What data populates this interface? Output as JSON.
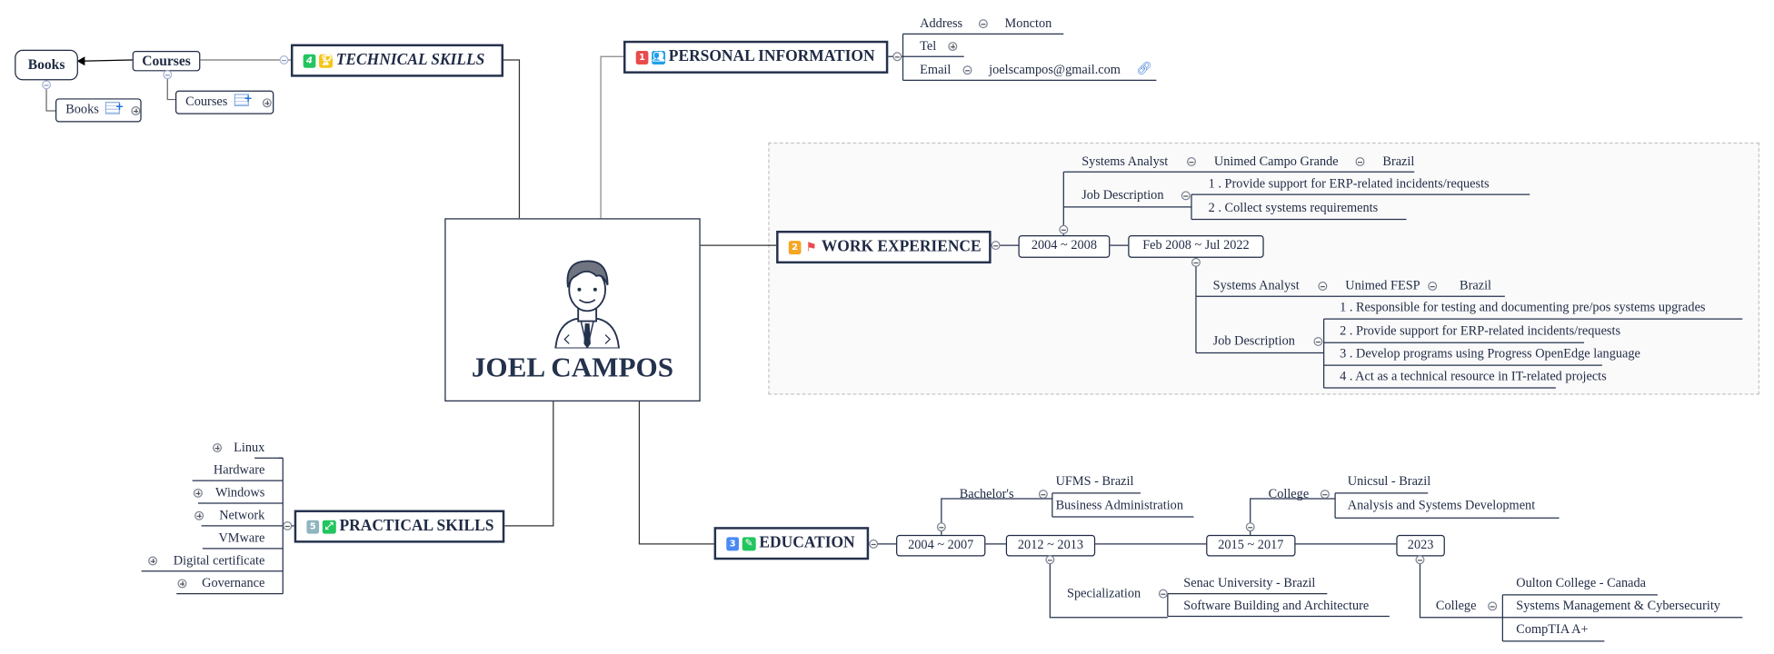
{
  "central": {
    "name": "JOEL CAMPOS",
    "icon": "person-avatar-icon"
  },
  "personal": {
    "badge": "1",
    "badge_color": "#e84c4c",
    "icon": "contacts-icon",
    "icon_color": "#1ea0e8",
    "title": "PERSONAL INFORMATION",
    "rows": [
      {
        "label": "Address",
        "value": "Moncton"
      },
      {
        "label": "Tel"
      },
      {
        "label": "Email",
        "value": "joelscampos@gmail.com",
        "link_icon": "link-icon"
      }
    ]
  },
  "work": {
    "badge": "2",
    "badge_color": "#f5a623",
    "icon": "flag-icon",
    "icon_color": "#e84c4c",
    "title": "WORK EXPERIENCE",
    "periods": [
      {
        "dates": "2004 ~ 2008",
        "role": "Systems Analyst",
        "company": "Unimed Campo Grande",
        "country": "Brazil",
        "job_label": "Job Description",
        "duties": [
          "1 . Provide support for ERP-related incidents/requests",
          "2 . Collect systems requirements"
        ]
      },
      {
        "dates": "Feb 2008 ~ Jul 2022",
        "role": "Systems Analyst",
        "company": "Unimed FESP",
        "country": "Brazil",
        "job_label": "Job Description",
        "duties": [
          "1 . Responsible for testing and documenting pre/pos systems upgrades",
          "2 . Provide support for ERP-related incidents/requests",
          "3 . Develop programs using Progress OpenEdge language",
          "4 . Act as a technical resource in IT-related projects"
        ]
      }
    ]
  },
  "education": {
    "badge": "3",
    "badge_color": "#4a8af4",
    "icon": "pencil-icon",
    "icon_color": "#22c55e",
    "title": "EDUCATION",
    "periods": [
      {
        "dates": "2004 ~ 2007",
        "type": "Bachelor's",
        "items": [
          "UFMS - Brazil",
          "Business Administration"
        ]
      },
      {
        "dates": "2012 ~ 2013",
        "type": "Specialization",
        "items": [
          "Senac University - Brazil",
          "Software Building and Architecture"
        ]
      },
      {
        "dates": "2015 ~ 2017",
        "type": "College",
        "items": [
          "Unicsul - Brazil",
          "Analysis and Systems Development"
        ]
      },
      {
        "dates": "2023",
        "type": "College",
        "items": [
          "Oulton College - Canada",
          "Systems Management & Cybersecurity",
          "CompTIA A+"
        ]
      }
    ]
  },
  "technical": {
    "badge": "4",
    "badge_color": "#22c55e",
    "icon": "trophy-icon",
    "icon_color": "#f5c518",
    "title": "TECHNICAL SKILLS",
    "courses": "Courses",
    "books": "Books",
    "courses_sub": "Courses",
    "books_sub": "Books"
  },
  "practical": {
    "badge": "5",
    "badge_color": "#8fb6bf",
    "icon": "expand-icon",
    "icon_color": "#22c55e",
    "title": "PRACTICAL SKILLS",
    "items": [
      "Linux",
      "Hardware",
      "Windows",
      "Network",
      "VMware",
      "Digital certificate",
      "Governance"
    ]
  }
}
